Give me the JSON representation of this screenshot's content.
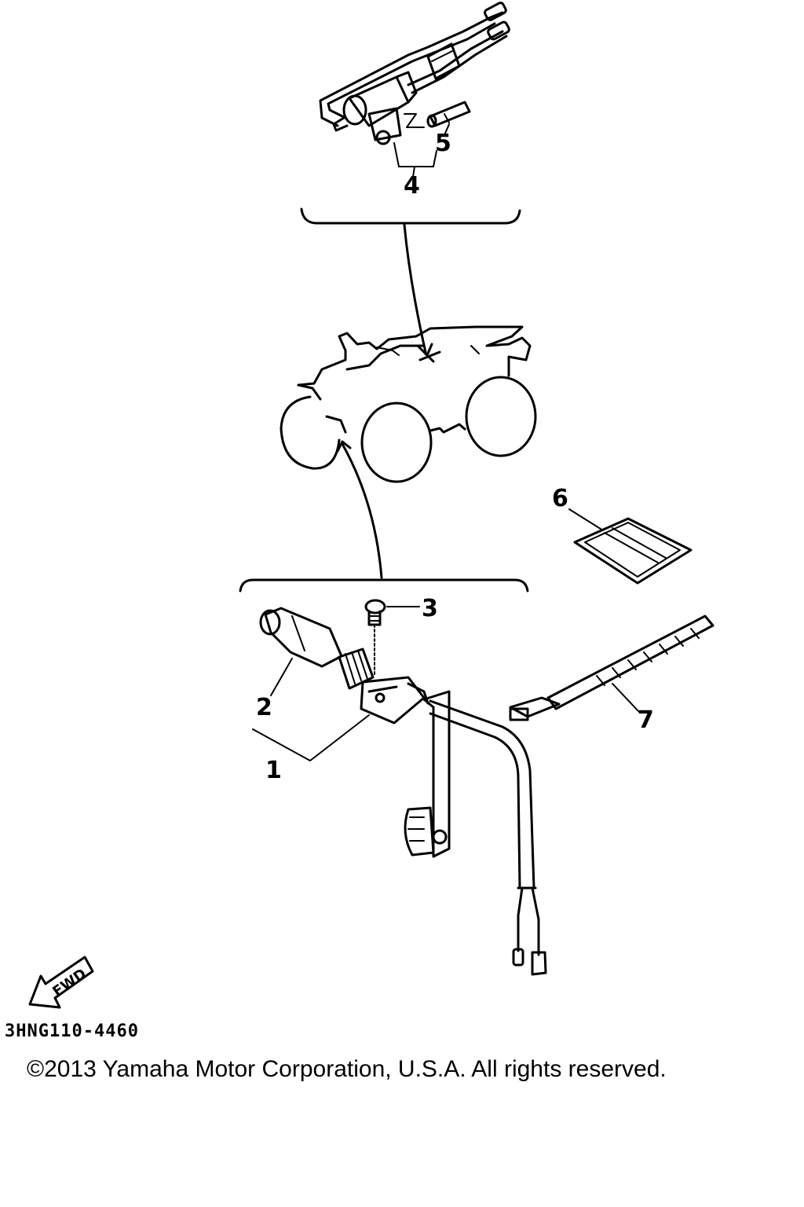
{
  "callouts": {
    "c1": "1",
    "c2": "2",
    "c3": "3",
    "c4": "4",
    "c5": "5",
    "c6": "6",
    "c7": "7"
  },
  "fwd_label": "FWD",
  "diagram_code": "3HNG110-4460",
  "copyright": "©2013 Yamaha Motor Corporation, U.S.A. All rights reserved."
}
